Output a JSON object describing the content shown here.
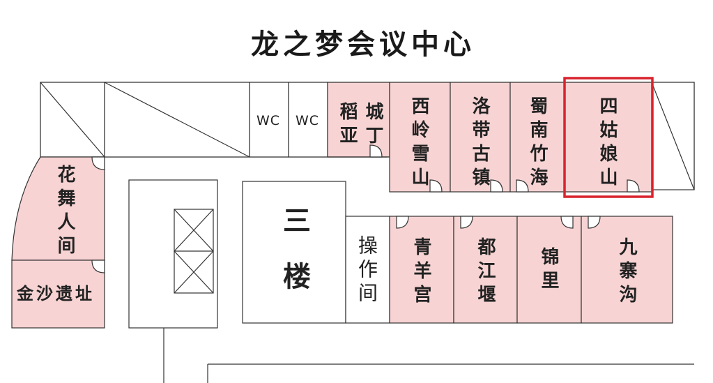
{
  "title": "龙之梦会议中心",
  "rooms": {
    "daochengyading_a": "稻亚",
    "daochengyading_b": "城丁",
    "xilingxueshan": "西岭雪山",
    "luodaiguzhen": "洛带古镇",
    "shunanzhuhai": "蜀南竹海",
    "siguniangshan": "四姑娘山",
    "huawurenjian": "花舞人间",
    "jinshayizhi": "金沙遗址",
    "qingyanggong": "青羊宫",
    "dujiangyan": "都江堰",
    "jinli": "锦里",
    "jiuzhaigou": "九寨沟"
  },
  "wc1": "WC",
  "wc2": "WC",
  "floor": "三楼",
  "operation_room": "操作间",
  "highlight_color": "#d9232d",
  "room_fill_color": "#f7d3d3"
}
